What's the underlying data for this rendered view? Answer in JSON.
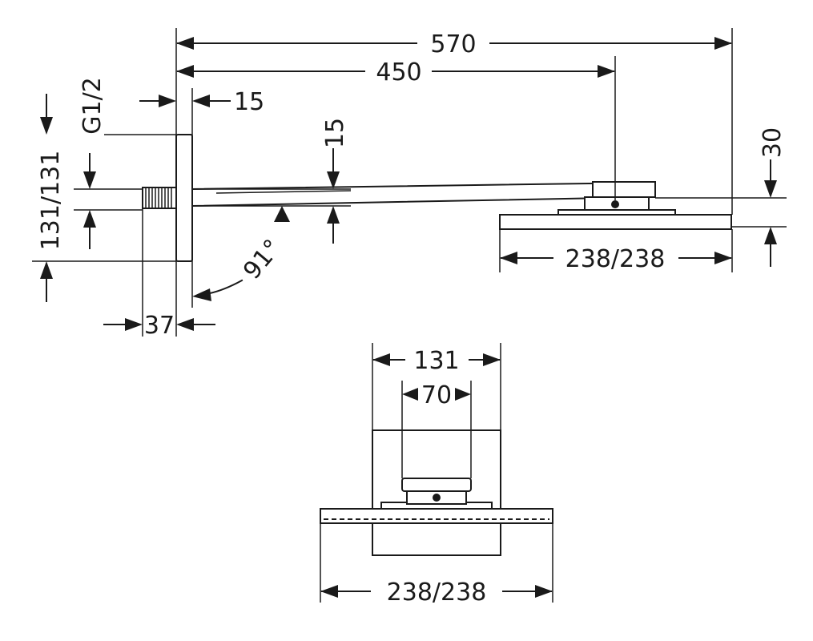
{
  "dimensions": {
    "overall_length": "570",
    "arm_length": "450",
    "plate_thickness": "15",
    "arm_height": "15",
    "thread": "G1/2",
    "rosette_size": "131/131",
    "head_height": "30",
    "head_size_side": "238/238",
    "angle": "91°",
    "thread_length": "37",
    "front_width": "131",
    "front_inner": "70",
    "front_head_size": "238/238"
  }
}
